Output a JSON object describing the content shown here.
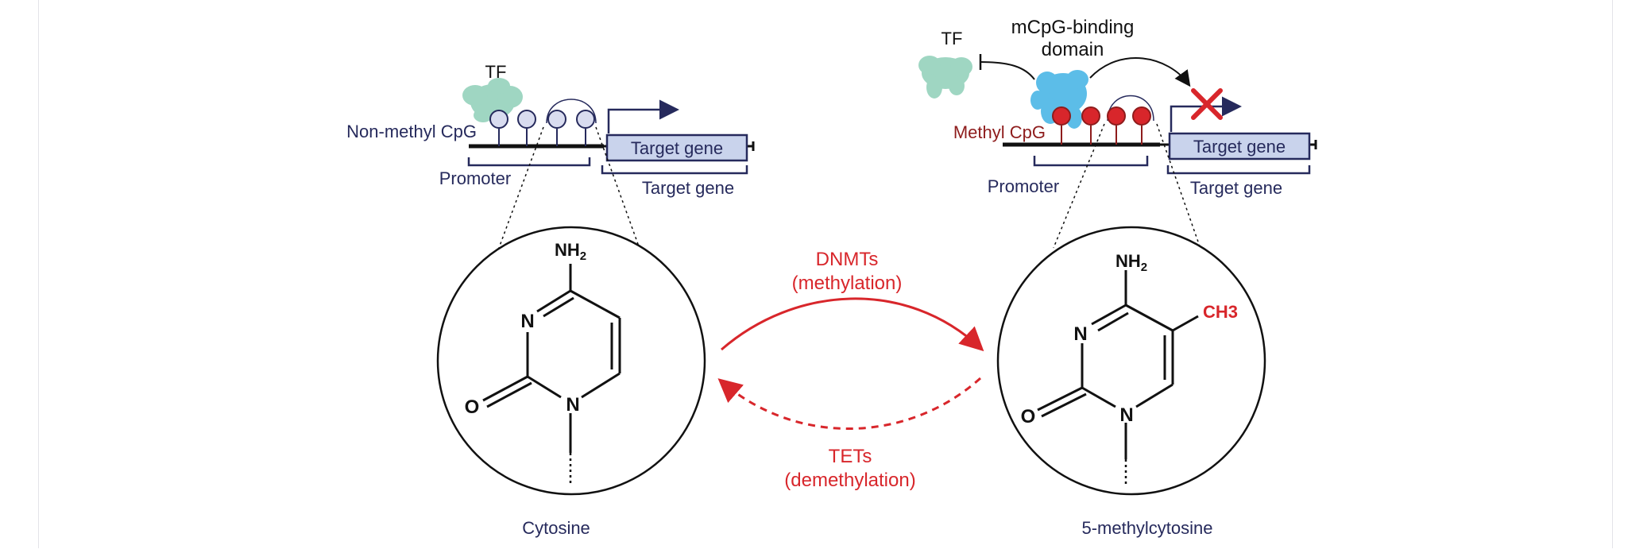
{
  "left_panel": {
    "tf_label": "TF",
    "cpg_label": "Non-methyl CpG",
    "promoter_label": "Promoter",
    "target_box_label": "Target gene",
    "target_bracket_label": "Target gene",
    "molecule": {
      "amine": "NH",
      "amine_sub": "2",
      "n3": "N",
      "n1": "N",
      "oxygen": "O"
    },
    "caption": "Cytosine"
  },
  "right_panel": {
    "tf_label": "TF",
    "binding_domain_line1": "mCpG-binding",
    "binding_domain_line2": "domain",
    "cpg_label": "Methyl CpG",
    "promoter_label": "Promoter",
    "target_box_label": "Target gene",
    "target_bracket_label": "Target gene",
    "molecule": {
      "amine": "NH",
      "amine_sub": "2",
      "methyl": "CH3",
      "n3": "N",
      "n1": "N",
      "oxygen": "O"
    },
    "caption": "5-methylcytosine"
  },
  "forward_reaction": {
    "enzyme": "DNMTs",
    "process": "(methylation)"
  },
  "reverse_reaction": {
    "enzyme": "TETs",
    "process": "(demethylation)"
  },
  "colors": {
    "navy": "#262a5c",
    "red": "#d8262b",
    "dark_red": "#8e1c1c",
    "gene_box_fill": "#c9d3ec",
    "cpg_unmethylated": "#d9dcef",
    "cpg_methylated": "#d8262b",
    "tf_green": "#8fd0b8",
    "binding_protein_blue": "#4bb6e6"
  }
}
